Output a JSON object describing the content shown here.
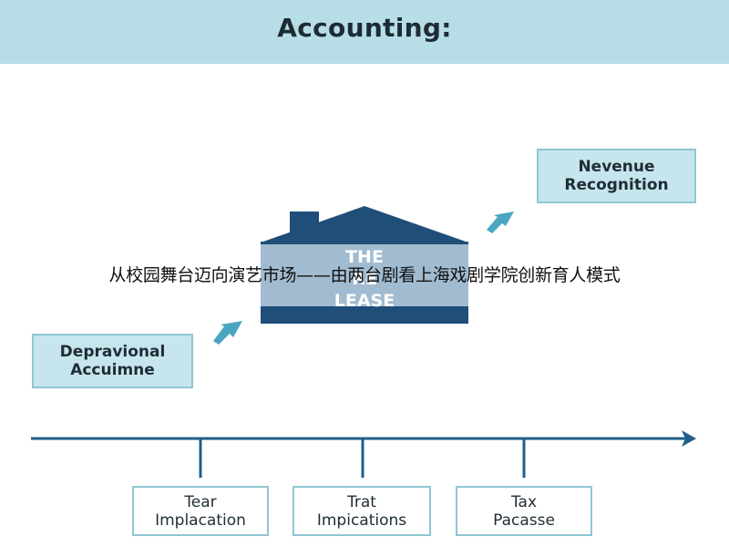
{
  "title": "Accounting:",
  "top_box": {
    "line1": "Nevenue",
    "line2": "Recognition"
  },
  "left_box": {
    "line1": "Depravional",
    "line2": "Accuimne"
  },
  "house": {
    "line1": "THE",
    "line2": "RE",
    "line3": "LEASE"
  },
  "caption": "从校园舞台迈向演艺市场——由两台剧看上海戏剧学院创新育人模式",
  "bottom_boxes": [
    {
      "line1": "Tear",
      "line2": "Implacation"
    },
    {
      "line1": "Trat",
      "line2": "Impications"
    },
    {
      "line1": "Tax",
      "line2": "Pacasse"
    }
  ],
  "colors": {
    "header": "#b7dde6",
    "box_fill": "#c6e5ec",
    "box_border": "#8fc7d3",
    "navy": "#1f4e79",
    "arrow": "#4aa6c0",
    "timeline": "#1f5f8a"
  }
}
